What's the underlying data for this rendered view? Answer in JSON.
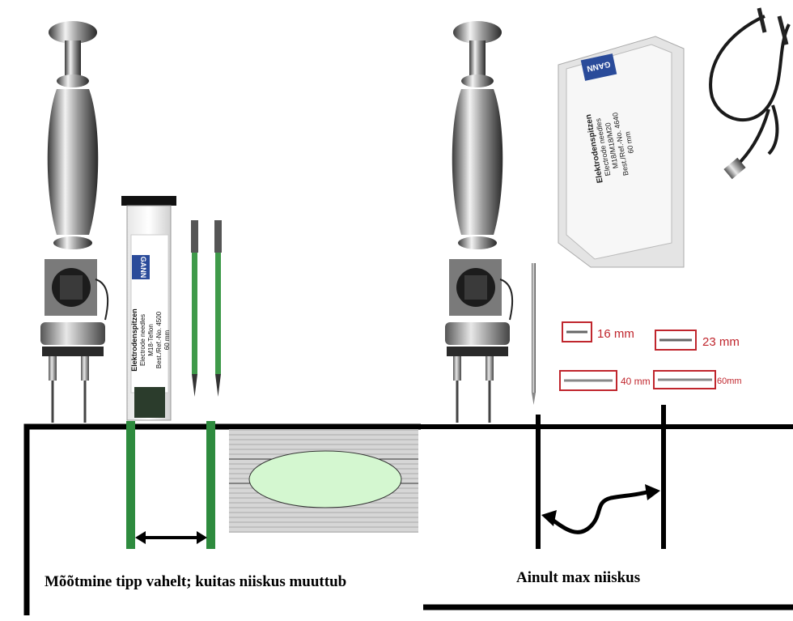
{
  "captions": {
    "left": "Mõõtmine tipp vahelt; kuitas niiskus muuttub",
    "right": "Ainult  max niiskus"
  },
  "tube": {
    "brand": "GANN",
    "line1": "Elektrodenspitzen",
    "line2": "Electrode needles",
    "line3": "M18-Teflon",
    "line4": "Best./Ref.-No. 4500",
    "line5": "60 mm"
  },
  "box": {
    "brand": "GANN",
    "line1": "Elektrodenspitzen",
    "line2": "Electrode needles",
    "line3": "M18/M18/M20",
    "line4": "Best./Ref.-No. 4640",
    "line5": "60 mm"
  },
  "needle_sizes": [
    "16 mm",
    "23 mm",
    "40 mm",
    "60mm"
  ],
  "colors": {
    "electrode_green": "#2e8b3e",
    "ellipse_fill": "#d4f7d0",
    "gray_block": "#c9c9c9",
    "label_border": "#c0262d",
    "line": "#000000"
  }
}
